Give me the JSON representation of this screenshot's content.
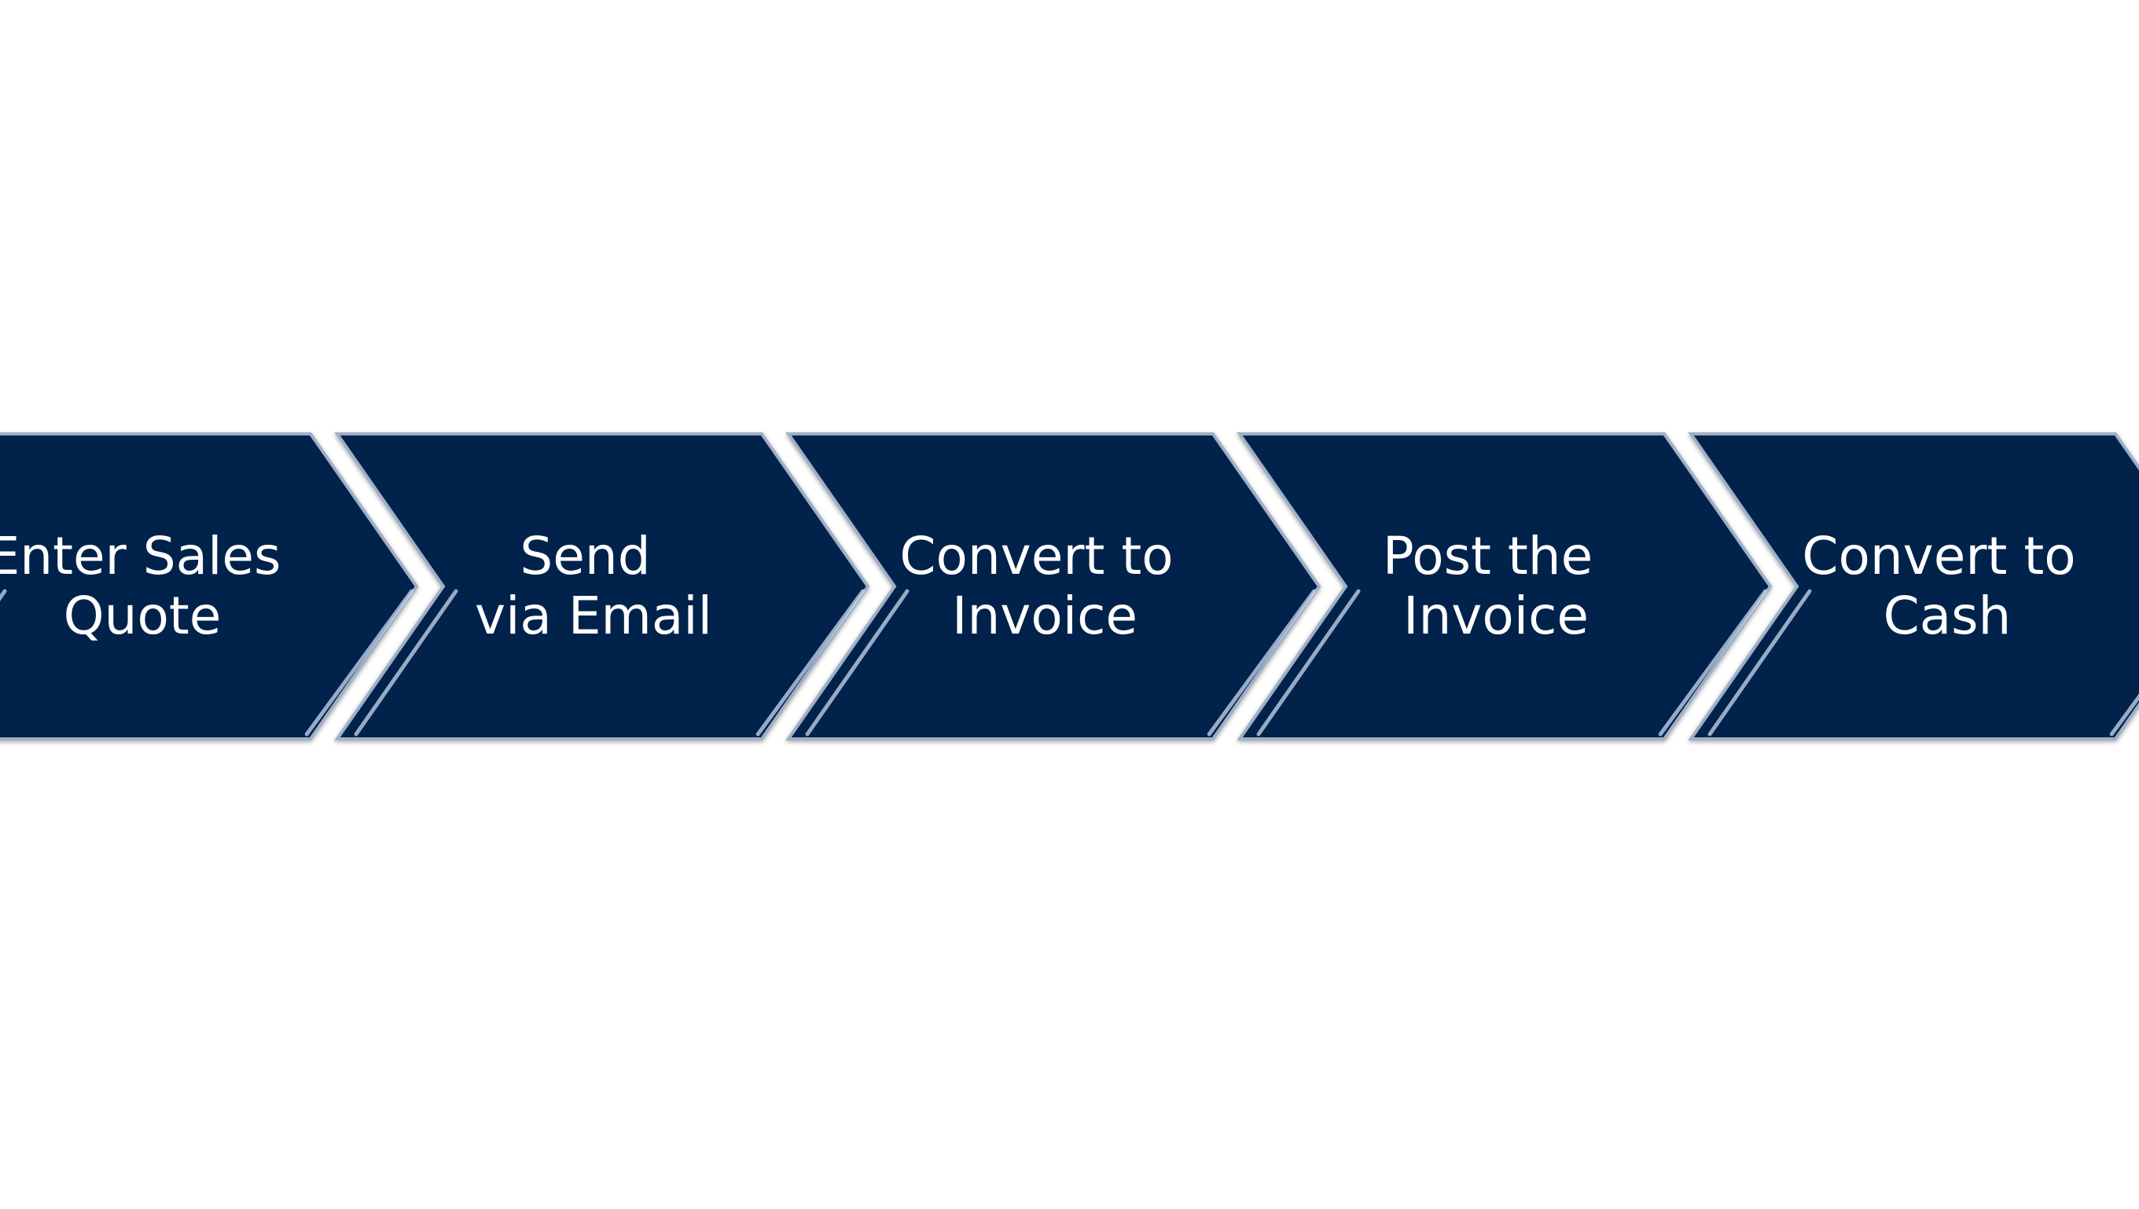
{
  "diagram": {
    "colors": {
      "fill": "#03204c",
      "edge": "#9fb0c6",
      "highlight": "#c9d9ef",
      "text": "#ffffff"
    },
    "steps": [
      {
        "lines": [
          "Enter Sales",
          "Quote"
        ]
      },
      {
        "lines": [
          "Send",
          "via Email"
        ]
      },
      {
        "lines": [
          "Convert to",
          "Invoice"
        ]
      },
      {
        "lines": [
          "Post the",
          "Invoice"
        ]
      },
      {
        "lines": [
          "Convert to",
          "Cash"
        ]
      }
    ]
  }
}
